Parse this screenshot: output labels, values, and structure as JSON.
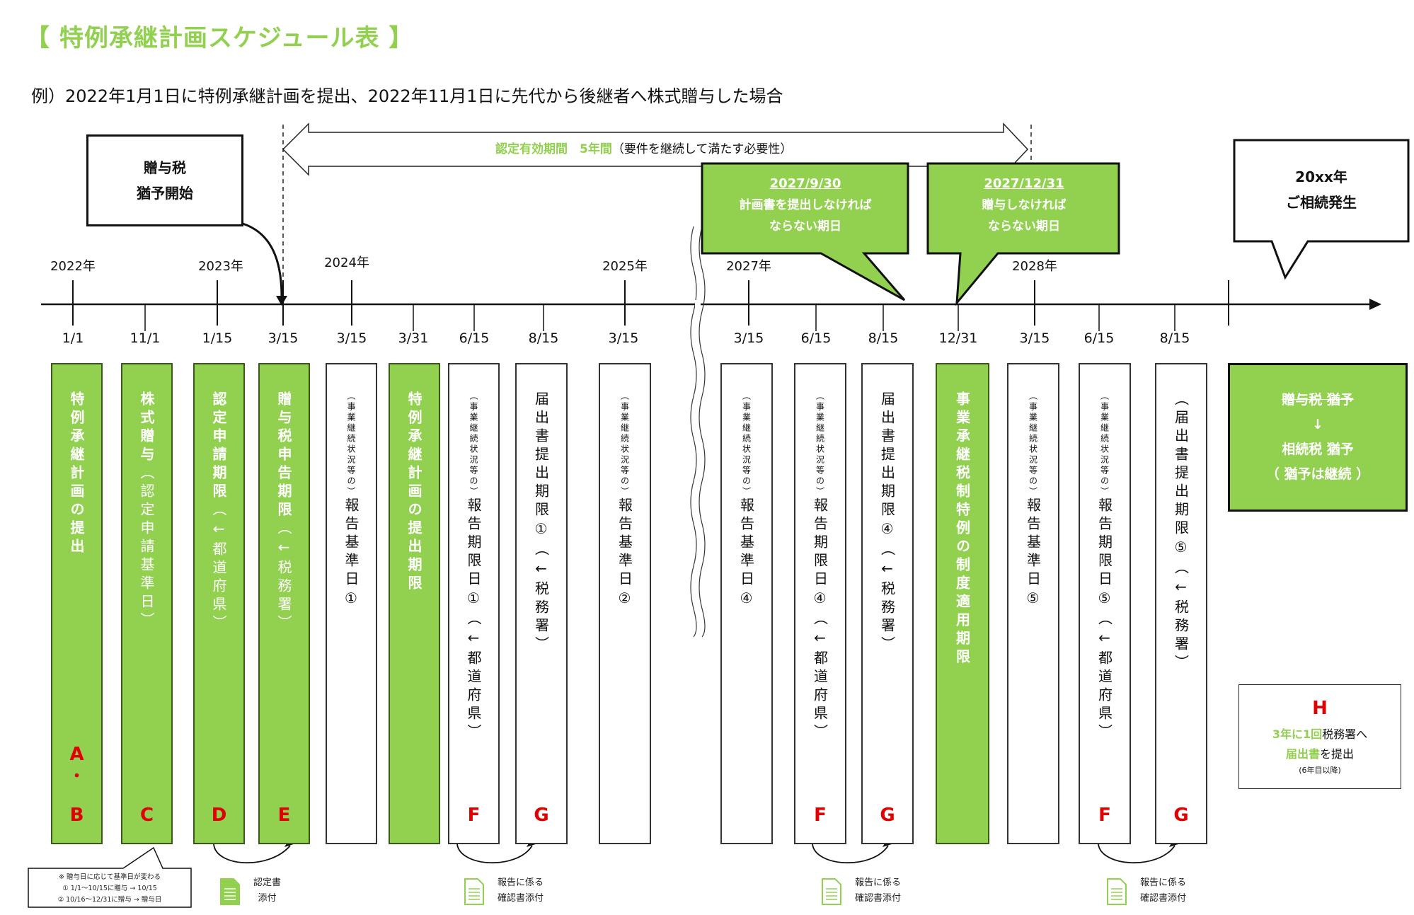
{
  "title": "【  特例承継計画スケジュール表  】",
  "subtitle": "例）2022年1月1日に特例承継計画を提出、2022年11月1日に先代から後継者へ株式贈与した場合",
  "period_arrow": {
    "highlight": "認定有効期間　5年間",
    "note": "（要件を継続して満たす必要性）"
  },
  "boxes": {
    "gift_tax_start": [
      "贈与税",
      "猶予開始"
    ],
    "inheritance": [
      "20xx年",
      "ご相続発生"
    ],
    "deadline_plan": {
      "date": "2027/9/30",
      "lines": [
        "計画書を提出しなければ",
        "ならない期日"
      ]
    },
    "deadline_gift": {
      "date": "2027/12/31",
      "lines": [
        "贈与しなければ",
        "ならない期日"
      ]
    },
    "transfer": {
      "struck": "贈与税 猶予",
      "arrow": "↓",
      "line2": "相続税 猶予",
      "line3": "（ 猶予は継続 ）"
    },
    "h_box": {
      "letter": "H",
      "line1_green": "3年に1回",
      "line1_black": "税務署へ",
      "line2_green": "届出書",
      "line2_black": "を提出",
      "line3": "(6年目以降)"
    }
  },
  "years": [
    "2022年",
    "2023年",
    "2024年",
    "2025年",
    "2027年",
    "2028年"
  ],
  "dates": [
    "1/1",
    "11/1",
    "1/15",
    "3/15",
    "3/15",
    "3/31",
    "6/15",
    "8/15",
    "3/15",
    "3/15",
    "6/15",
    "8/15",
    "12/31",
    "3/15",
    "6/15",
    "8/15"
  ],
  "columns": [
    {
      "style": "green",
      "small": "",
      "main": "特例承継計画の提出",
      "tail": "",
      "letter": "A",
      "dot": "・",
      "letter2": "B"
    },
    {
      "style": "green",
      "small": "",
      "main": "株式贈与",
      "tail": "（認定申請基準日）",
      "letter": "C"
    },
    {
      "style": "green",
      "small": "",
      "main": "認定申請期限",
      "tail": "（←都道府県）",
      "letter": "D"
    },
    {
      "style": "green",
      "small": "",
      "main": "贈与税申告期限",
      "tail": "（←税務署）",
      "letter": "E"
    },
    {
      "style": "white",
      "small": "（事業継続状況等の）",
      "main": "報告基準日①",
      "tail": "",
      "letter": ""
    },
    {
      "style": "green",
      "small": "",
      "main": "特例承継計画の提出期限",
      "tail": "",
      "letter": ""
    },
    {
      "style": "white",
      "small": "（事業継続状況等の）",
      "main": "報告期限日①",
      "tail": "（←都道府県）",
      "letter": "F"
    },
    {
      "style": "white",
      "small": "",
      "main": "届出書提出期限①",
      "tail": "（←税務署）",
      "letter": "G"
    },
    {
      "style": "white",
      "small": "（事業継続状況等の）",
      "main": "報告基準日②",
      "tail": "",
      "letter": ""
    },
    {
      "style": "white",
      "small": "（事業継続状況等の）",
      "main": "報告基準日④",
      "tail": "",
      "letter": ""
    },
    {
      "style": "white",
      "small": "（事業継続状況等の）",
      "main": "報告期限日④",
      "tail": "（←都道府県）",
      "letter": "F"
    },
    {
      "style": "white",
      "small": "",
      "main": "届出書提出期限④",
      "tail": "（←税務署）",
      "letter": "G"
    },
    {
      "style": "green",
      "small": "",
      "main": "事業承継税制特例の制度適用期限",
      "tail": "",
      "letter": ""
    },
    {
      "style": "white",
      "small": "（事業継続状況等の）",
      "main": "報告基準日⑤",
      "tail": "",
      "letter": ""
    },
    {
      "style": "white",
      "small": "（事業継続状況等の）",
      "main": "報告期限日⑤",
      "tail": "（←都道府県）",
      "letter": "F"
    },
    {
      "style": "white",
      "small": "",
      "main": "（届出書提出期限⑤",
      "tail": "（←税務署）",
      "letter": "G"
    }
  ],
  "footnote": [
    "※ 贈与日に応じて基準日が変わる",
    "① 1/1〜10/15に贈与 → 10/15",
    "② 10/16〜12/31に贈与 → 贈与日"
  ],
  "attachments": [
    {
      "icon": "document-icon",
      "lines": [
        "認定書",
        "添付"
      ]
    },
    {
      "icon": "document-icon",
      "lines": [
        "報告に係る",
        "確認書添付"
      ]
    },
    {
      "icon": "document-icon",
      "lines": [
        "報告に係る",
        "確認書添付"
      ]
    },
    {
      "icon": "document-icon",
      "lines": [
        "報告に係る",
        "確認書添付"
      ]
    }
  ],
  "colors": {
    "accent": "#92d050",
    "letter": "#e00000"
  }
}
